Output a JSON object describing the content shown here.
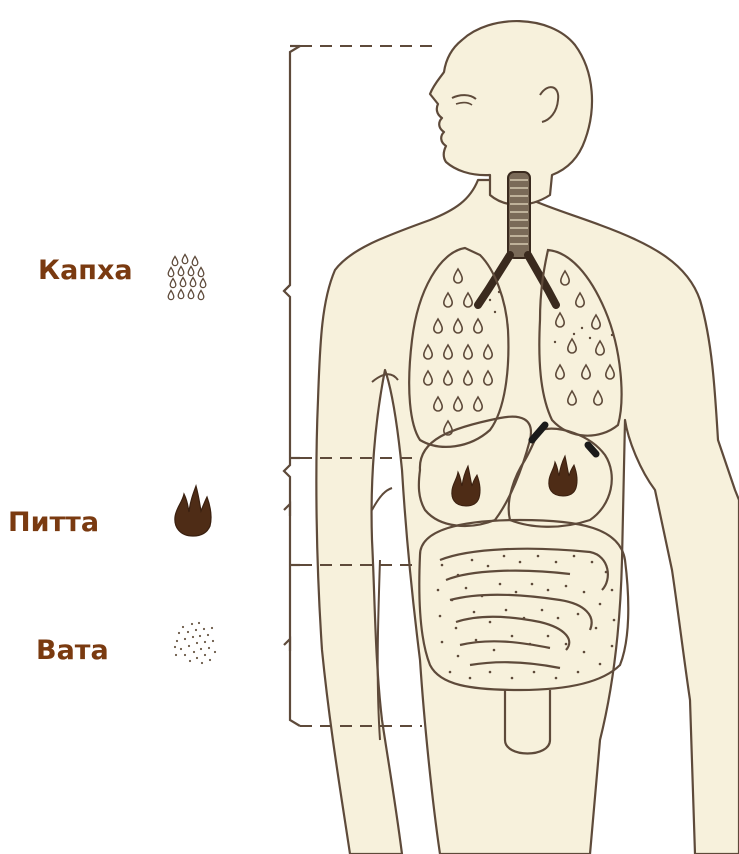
{
  "colors": {
    "label_brown": "#7a3a10",
    "line_ink": "#5e4a3a",
    "body_fill": "#f7f1dc",
    "flame_fill": "#4e2c16",
    "dots_ink": "#6b5a48"
  },
  "doshas": [
    {
      "id": "kapha",
      "label": "Капха",
      "icon": "water-drops-icon",
      "region": "chest"
    },
    {
      "id": "pitta",
      "label": "Питта",
      "icon": "flame-icon",
      "region": "upper-abdomen"
    },
    {
      "id": "vata",
      "label": "Вата",
      "icon": "dots-cloud-icon",
      "region": "lower-abdomen"
    }
  ]
}
